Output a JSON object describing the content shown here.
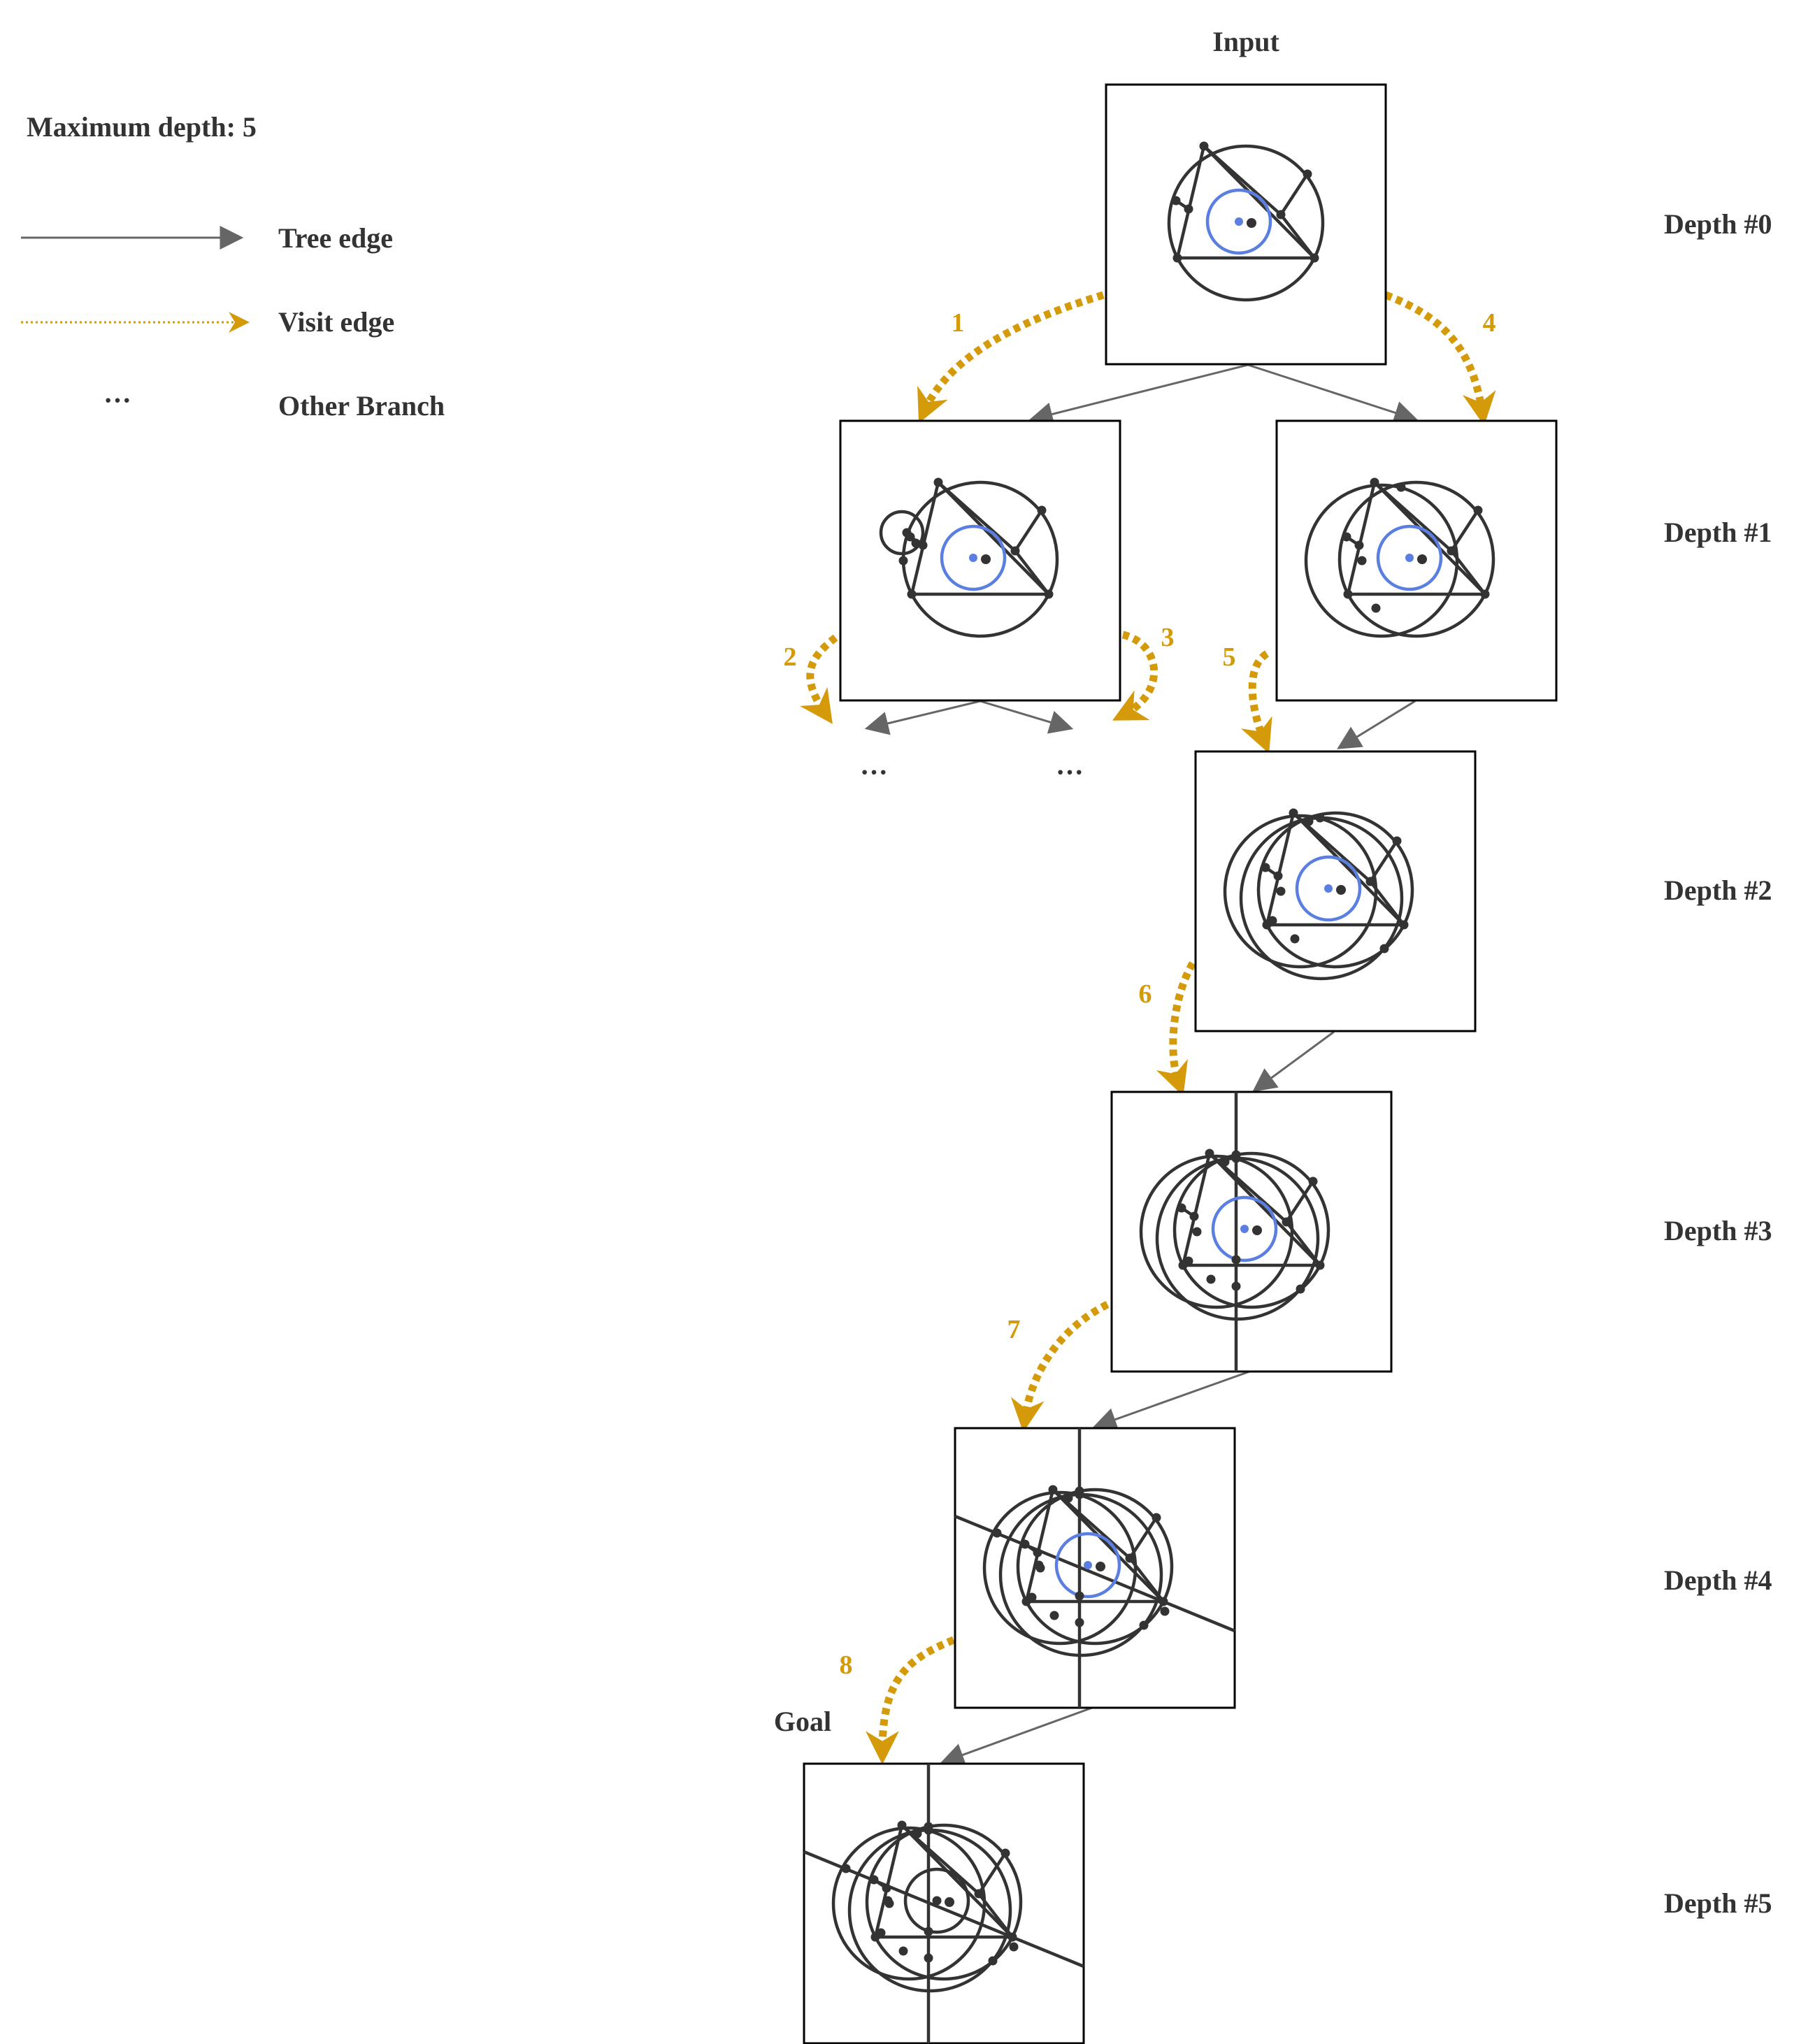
{
  "legend": {
    "max_depth_label": "Maximum depth: 5",
    "tree_edge_label": "Tree edge",
    "visit_edge_label": "Visit edge",
    "ellipsis_symbol": "···",
    "other_branch_label": "Other Branch"
  },
  "labels": {
    "input": "Input",
    "goal": "Goal"
  },
  "depths": [
    "Depth #0",
    "Depth #1",
    "Depth #2",
    "Depth #3",
    "Depth #4",
    "Depth #5"
  ],
  "visit_steps": [
    "1",
    "2",
    "3",
    "4",
    "5",
    "6",
    "7",
    "8"
  ],
  "ellipsis": [
    "···",
    "···"
  ],
  "colors": {
    "tree_edge": "#666666",
    "visit_edge": "#d49a0a",
    "construction": "#333333",
    "highlight_circle": "#5b7fe0",
    "node_border": "#000000"
  }
}
